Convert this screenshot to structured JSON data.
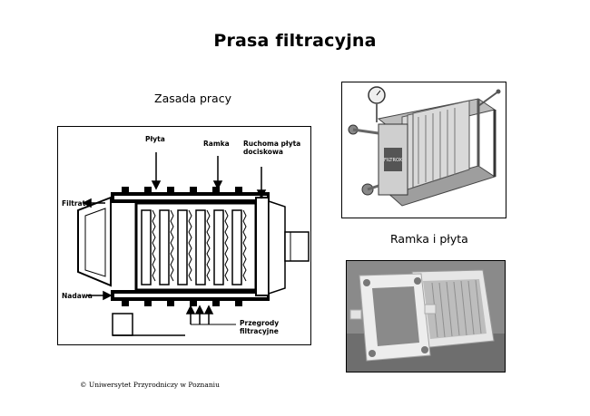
{
  "page": {
    "title": "Prasa filtracyjna",
    "subtitle_principle": "Zasada pracy",
    "subtitle_frame_plate": "Ramka i płyta",
    "copyright": "© Uniwersytet Przyrodniczy w Poznaniu"
  },
  "diagram": {
    "labels": {
      "plyta": "Płyta",
      "ramka": "Ramka",
      "ruchoma": "Ruchoma płyta dociskowa",
      "filtrat": "Filtrat",
      "nadawa": "Nadawa",
      "przegrody": "Przegrody filtracyjne"
    }
  },
  "photo_press": {
    "brand_label": "FILTROX"
  },
  "colors": {
    "ink": "#000000",
    "background": "#ffffff",
    "photo_gray_light": "#d9d9d9",
    "photo_gray_dark": "#555555"
  }
}
